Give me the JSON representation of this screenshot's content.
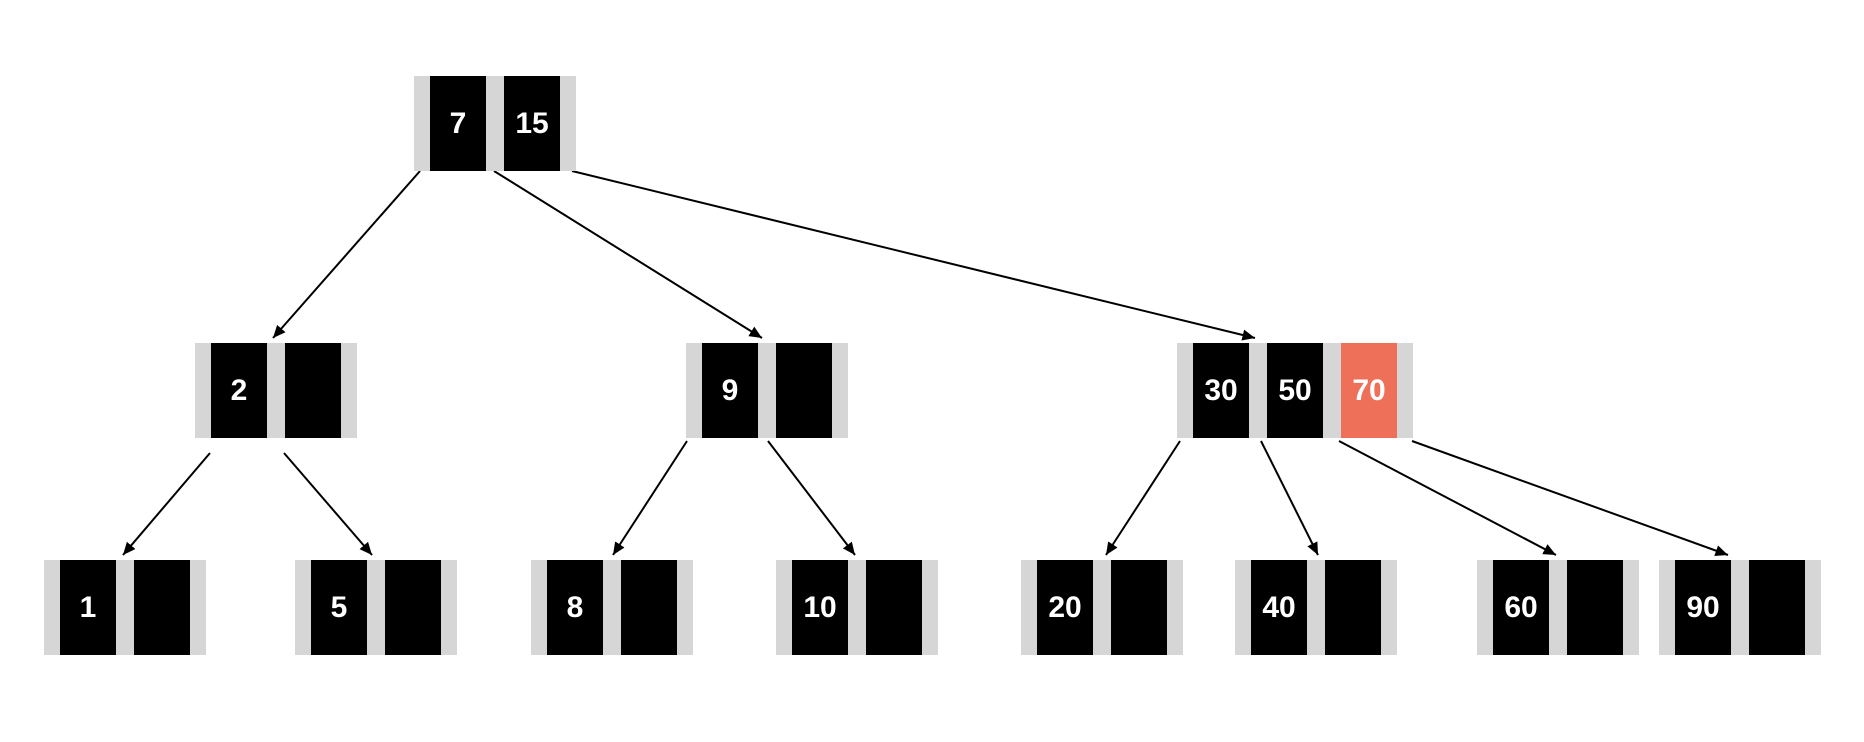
{
  "colors": {
    "node_background": "#d6d6d6",
    "key_fill": "#000000",
    "key_text": "#ffffff",
    "highlight_fill": "#ee7059",
    "edge": "#000000"
  },
  "tree": {
    "root": {
      "id": "n-7-15",
      "keys": [
        "7",
        "15"
      ]
    },
    "level1": [
      {
        "id": "n-2",
        "keys": [
          "2",
          ""
        ]
      },
      {
        "id": "n-9",
        "keys": [
          "9",
          ""
        ]
      },
      {
        "id": "n-30-50-70",
        "keys": [
          "30",
          "50",
          "70"
        ],
        "highlight_key": "70"
      }
    ],
    "level2": [
      {
        "id": "n-1",
        "keys": [
          "1",
          ""
        ]
      },
      {
        "id": "n-5",
        "keys": [
          "5",
          ""
        ]
      },
      {
        "id": "n-8",
        "keys": [
          "8",
          ""
        ]
      },
      {
        "id": "n-10",
        "keys": [
          "10",
          ""
        ]
      },
      {
        "id": "n-20",
        "keys": [
          "20",
          ""
        ]
      },
      {
        "id": "n-40",
        "keys": [
          "40",
          ""
        ]
      },
      {
        "id": "n-60",
        "keys": [
          "60",
          ""
        ]
      },
      {
        "id": "n-90",
        "keys": [
          "90",
          ""
        ]
      }
    ],
    "edges": [
      {
        "from": "n-7-15",
        "to": "n-2"
      },
      {
        "from": "n-7-15",
        "to": "n-9"
      },
      {
        "from": "n-7-15",
        "to": "n-30-50-70"
      },
      {
        "from": "n-2",
        "to": "n-1"
      },
      {
        "from": "n-2",
        "to": "n-5"
      },
      {
        "from": "n-9",
        "to": "n-8"
      },
      {
        "from": "n-9",
        "to": "n-10"
      },
      {
        "from": "n-30-50-70",
        "to": "n-20"
      },
      {
        "from": "n-30-50-70",
        "to": "n-40"
      },
      {
        "from": "n-30-50-70",
        "to": "n-60"
      },
      {
        "from": "n-30-50-70",
        "to": "n-90"
      }
    ]
  }
}
